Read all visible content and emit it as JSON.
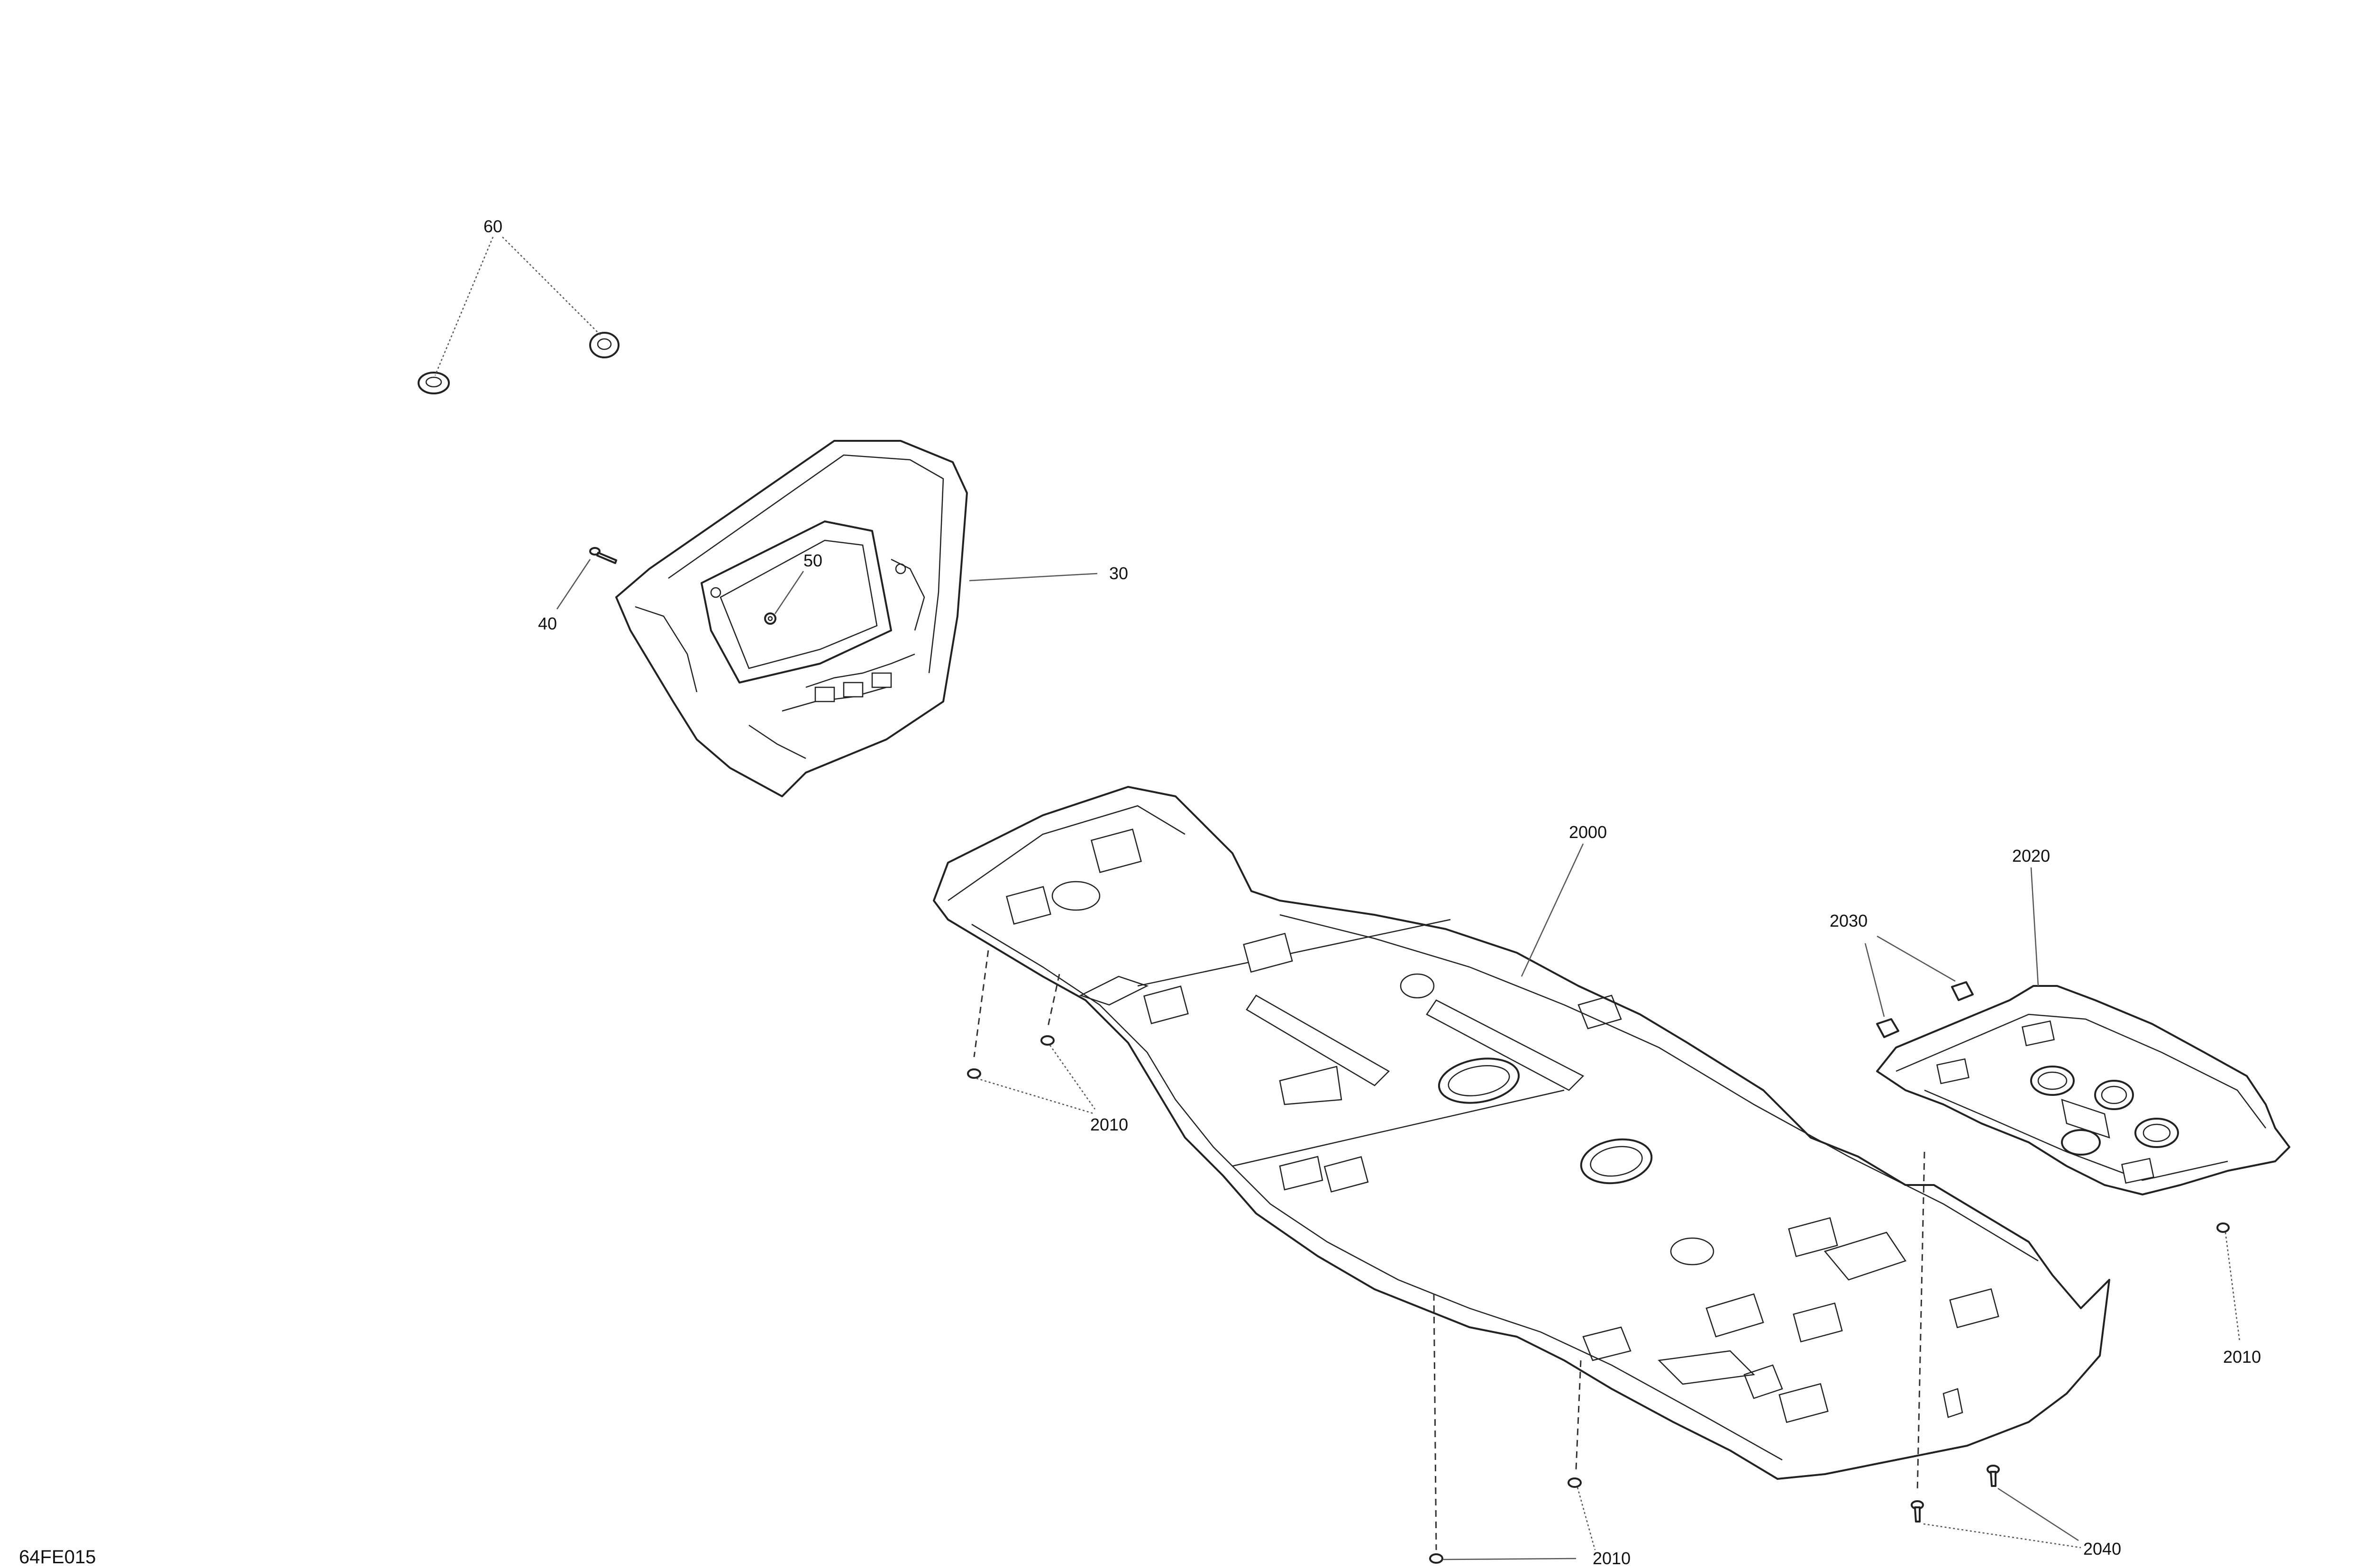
{
  "callouts": {
    "c60": "60",
    "c50": "50",
    "c30": "30",
    "c40": "40",
    "c2000": "2000",
    "c2020": "2020",
    "c2030": "2030",
    "c2010_left": "2010",
    "c2010_right": "2010",
    "c2010_bottom": "2010",
    "c2040": "2040"
  },
  "reference_code": "64FE015"
}
